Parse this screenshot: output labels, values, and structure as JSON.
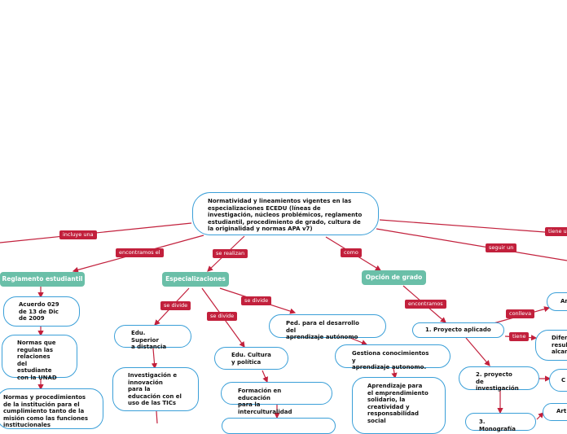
{
  "diagram": {
    "root": "Normatividad y lineamientos vigentes en las\nespecializaciones ECEDU (líneas de\ninvestigación, núcleos problémicos, reglamento\nestudiantil, procedimiento de grado, cultura de\nla originalidad y normas APA v7)",
    "nodes": {
      "reglamento": "Reglamento estudiantil",
      "especializaciones": "Especializaciones",
      "opcion_grado": "Opción de grado",
      "acuerdo": "Acuerdo 029\nde 13 de Dic\nde 2009",
      "normas_que": "Normas que\nregulan las\nrelaciones del\nestudiante\ncon la UNAD",
      "normas_proc": "Normas y procedimientos\nde la institución para el\ncumplimiento tanto de la\nmisión como las funciones\ninstitucionales",
      "edu_superior": "Edu. Superior\na distancia",
      "investigacion": "Investigación e\ninnovación\npara la\neducación con el\nuso de las TICs",
      "edu_cultura": "Edu. Cultura\ny política",
      "formacion": "Formación en educación\npara la interculturalidad",
      "ped_desarrollo": "Ped. para el desarrollo del\naprendizaje autónomo",
      "gestiona": "Gestiona conocimientos y\naprendizaje autonomo.",
      "aprendizaje": "Aprendizaje para\nel emprendimiento\nsolidario, la\ncreatividad y\nresponsabilidad\nsocial",
      "proyecto_aplicado": "1. Proyecto aplicado",
      "proyecto_invest": "2. proyecto de\ninvestigación",
      "monografia": "3. Monografía",
      "an": "An",
      "diferen": "Diferen\nresulta\nalcanz",
      "c": "C",
      "art": "Art"
    },
    "labels": {
      "incluye_una": "incluye una",
      "encontramos_el": "encontramos el",
      "se_realizan": "se realizan",
      "como": "como",
      "tiene_u": "tiene u",
      "seguir_un": "seguir un",
      "se_divide_1": "se divide",
      "se_divide_2": "se divide",
      "se_divide_3": "se divide",
      "encontramos": "encontramos",
      "conlleva": "conlleva",
      "tiene": "tiene"
    },
    "colors": {
      "border": "#3a9fd8",
      "category": "#6abfa8",
      "link": "#c2203c"
    }
  }
}
